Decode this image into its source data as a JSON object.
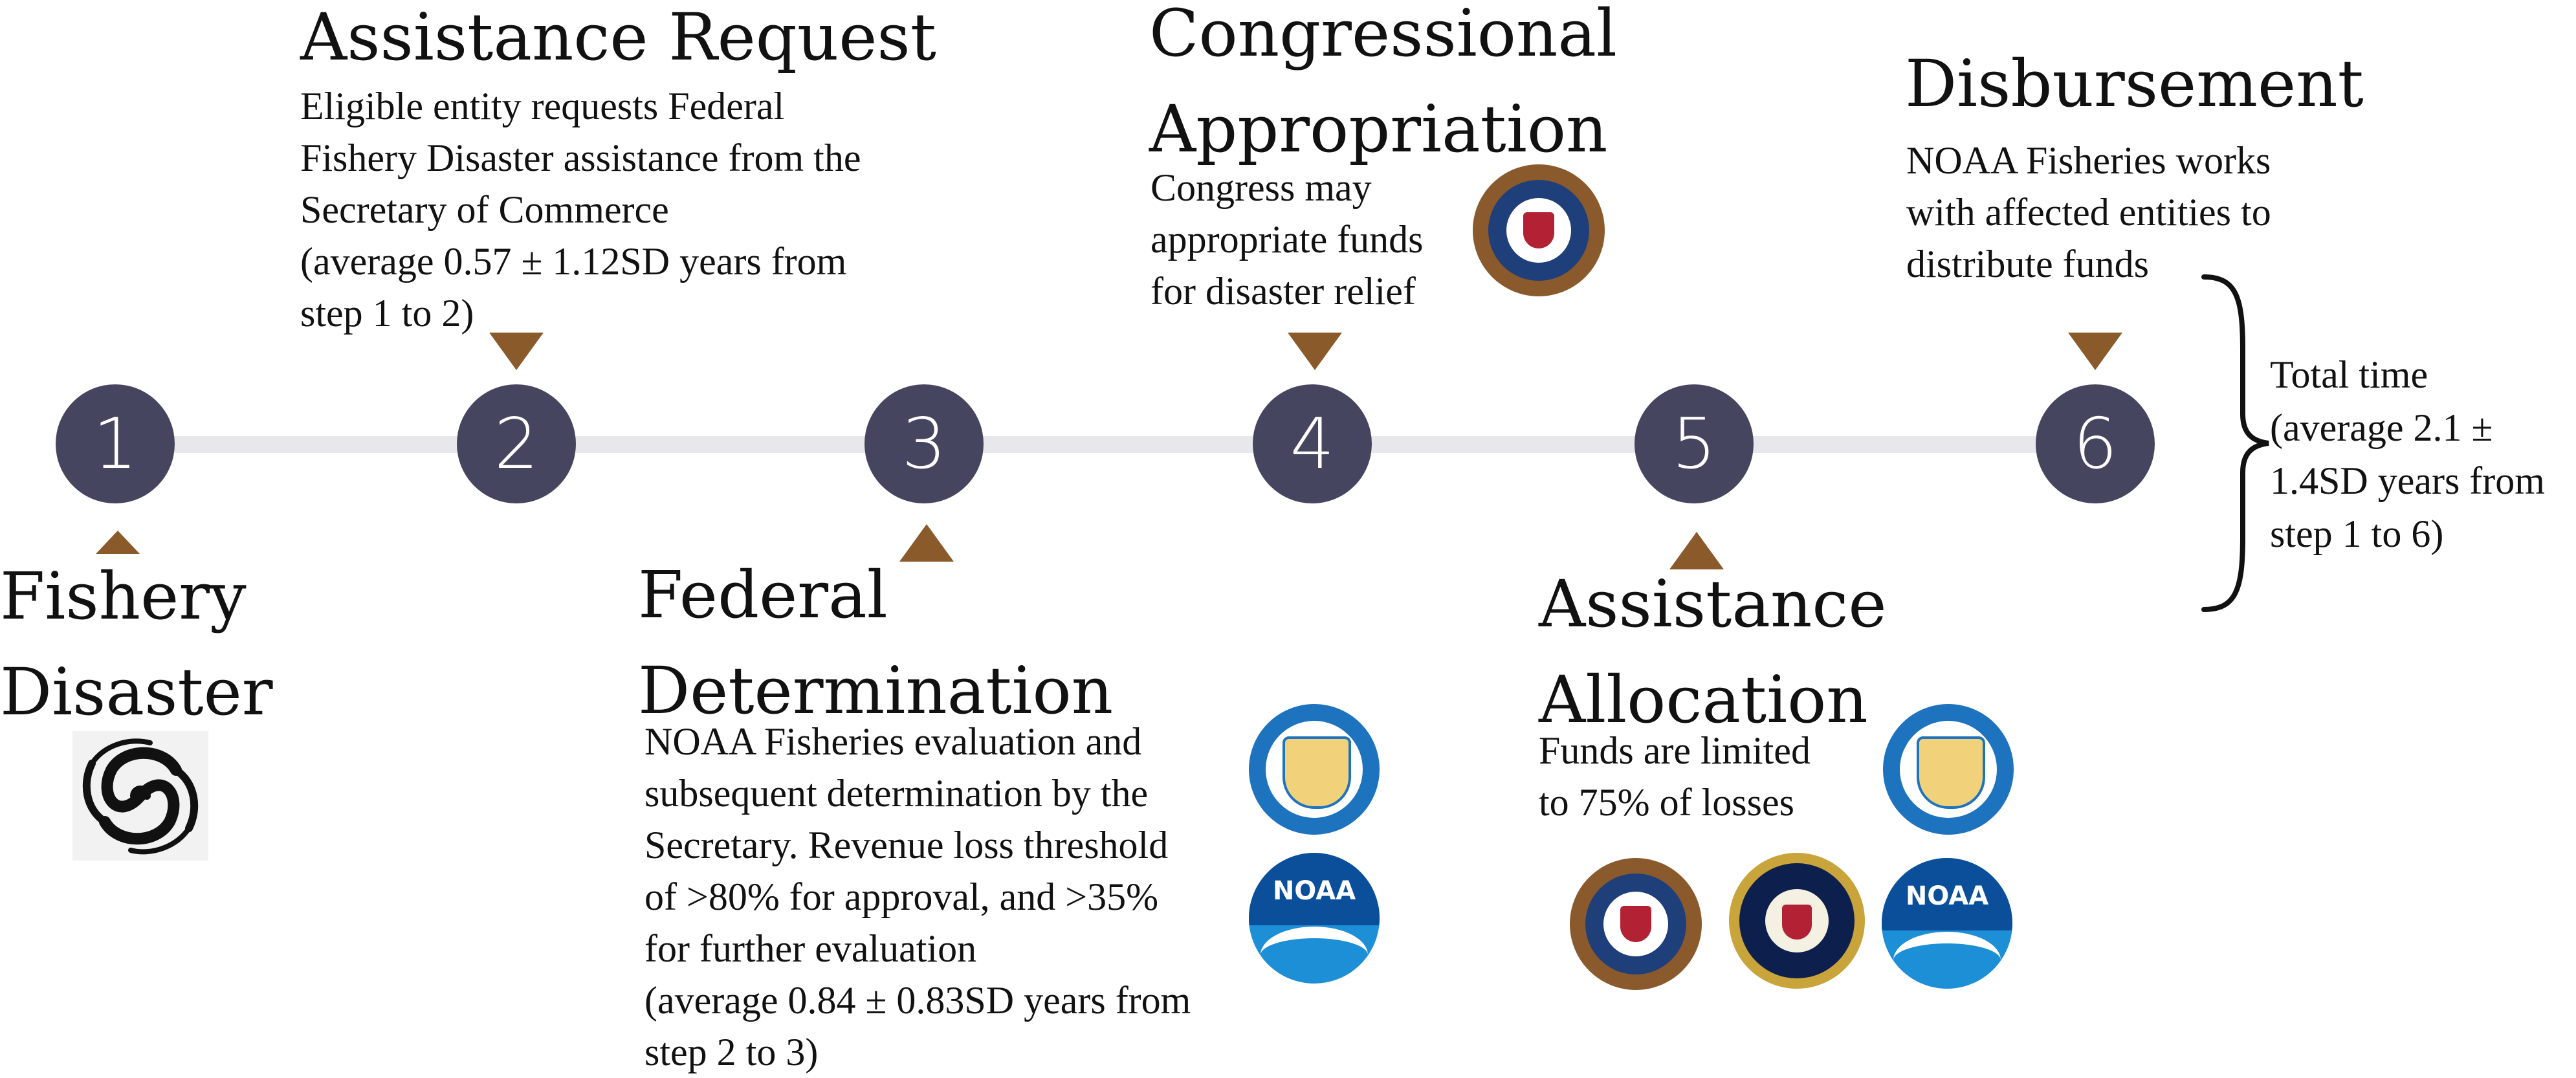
{
  "colors": {
    "node": "#454560",
    "line": "#e8e8ec",
    "accent": "#8b5a2b",
    "commerce_blue": "#1e73be",
    "noaa_blue": "#1d8fd6",
    "congress_brown": "#8a5a2c",
    "gold": "#c9a43a"
  },
  "steps": [
    {
      "number": "1",
      "title_lines": [
        "Fishery",
        "Disaster"
      ],
      "desc_lines": []
    },
    {
      "number": "2",
      "title_lines": [
        "Assistance Request"
      ],
      "desc_lines": [
        "Eligible entity requests Federal",
        "Fishery Disaster assistance from the",
        "Secretary of Commerce",
        "(average 0.57 ± 1.12SD years from",
        "step 1 to 2)"
      ]
    },
    {
      "number": "3",
      "title_lines": [
        "Federal",
        "Determination"
      ],
      "desc_lines": [
        "NOAA Fisheries evaluation and",
        "subsequent determination by the",
        "Secretary. Revenue loss threshold",
        "of >80% for approval, and >35%",
        "for further evaluation",
        "(average 0.84 ± 0.83SD years from",
        "step 2 to 3)"
      ]
    },
    {
      "number": "4",
      "title_lines": [
        "Congressional",
        "Appropriation"
      ],
      "desc_lines": [
        "Congress may",
        "appropriate funds",
        "for disaster relief"
      ]
    },
    {
      "number": "5",
      "title_lines": [
        "Assistance",
        "Allocation"
      ],
      "desc_lines": [
        "Funds are limited",
        "to 75% of losses"
      ]
    },
    {
      "number": "6",
      "title_lines": [
        "Disbursement"
      ],
      "desc_lines": [
        "NOAA Fisheries works",
        "with affected entities to",
        "distribute funds"
      ]
    }
  ],
  "total_time_lines": [
    "Total time",
    "(average 2.1 ±",
    "1.4SD years from",
    "step 1 to 6)"
  ],
  "logos": {
    "noaa": "NOAA",
    "hurricane": "hurricane-icon",
    "commerce": "department-of-commerce-seal",
    "congress": "united-states-congress-seal",
    "president": "executive-office-of-the-president-seal"
  }
}
